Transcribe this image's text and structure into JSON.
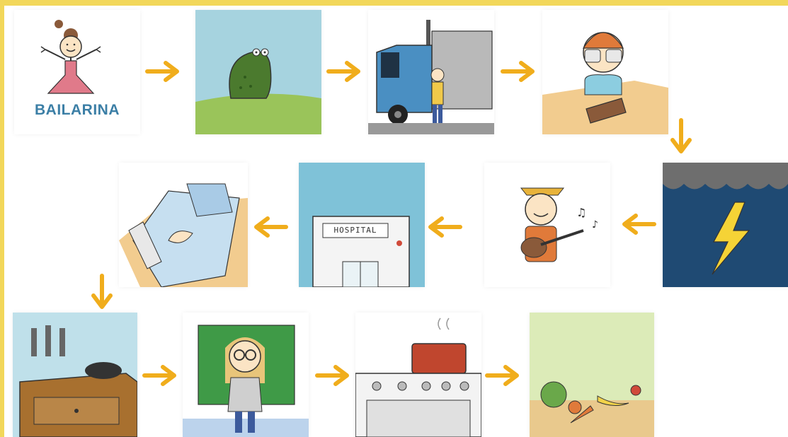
{
  "colors": {
    "frame": "#f2d75a",
    "arrow": "#f0ad1c",
    "caption": "#3c7fa6"
  },
  "sequence": [
    {
      "step": 1,
      "depicts": "ballerina",
      "caption": "BAILARINA"
    },
    {
      "step": 2,
      "depicts": "frog"
    },
    {
      "step": 3,
      "depicts": "truck"
    },
    {
      "step": 4,
      "depicts": "carpenter"
    },
    {
      "step": 5,
      "depicts": "storm"
    },
    {
      "step": 6,
      "depicts": "guitar-player"
    },
    {
      "step": 7,
      "depicts": "hospital",
      "sign": "HOSPITAL"
    },
    {
      "step": 8,
      "depicts": "bed"
    },
    {
      "step": 9,
      "depicts": "workbench"
    },
    {
      "step": 10,
      "depicts": "teacher"
    },
    {
      "step": 11,
      "depicts": "stove"
    },
    {
      "step": 12,
      "depicts": "vegetables"
    }
  ]
}
